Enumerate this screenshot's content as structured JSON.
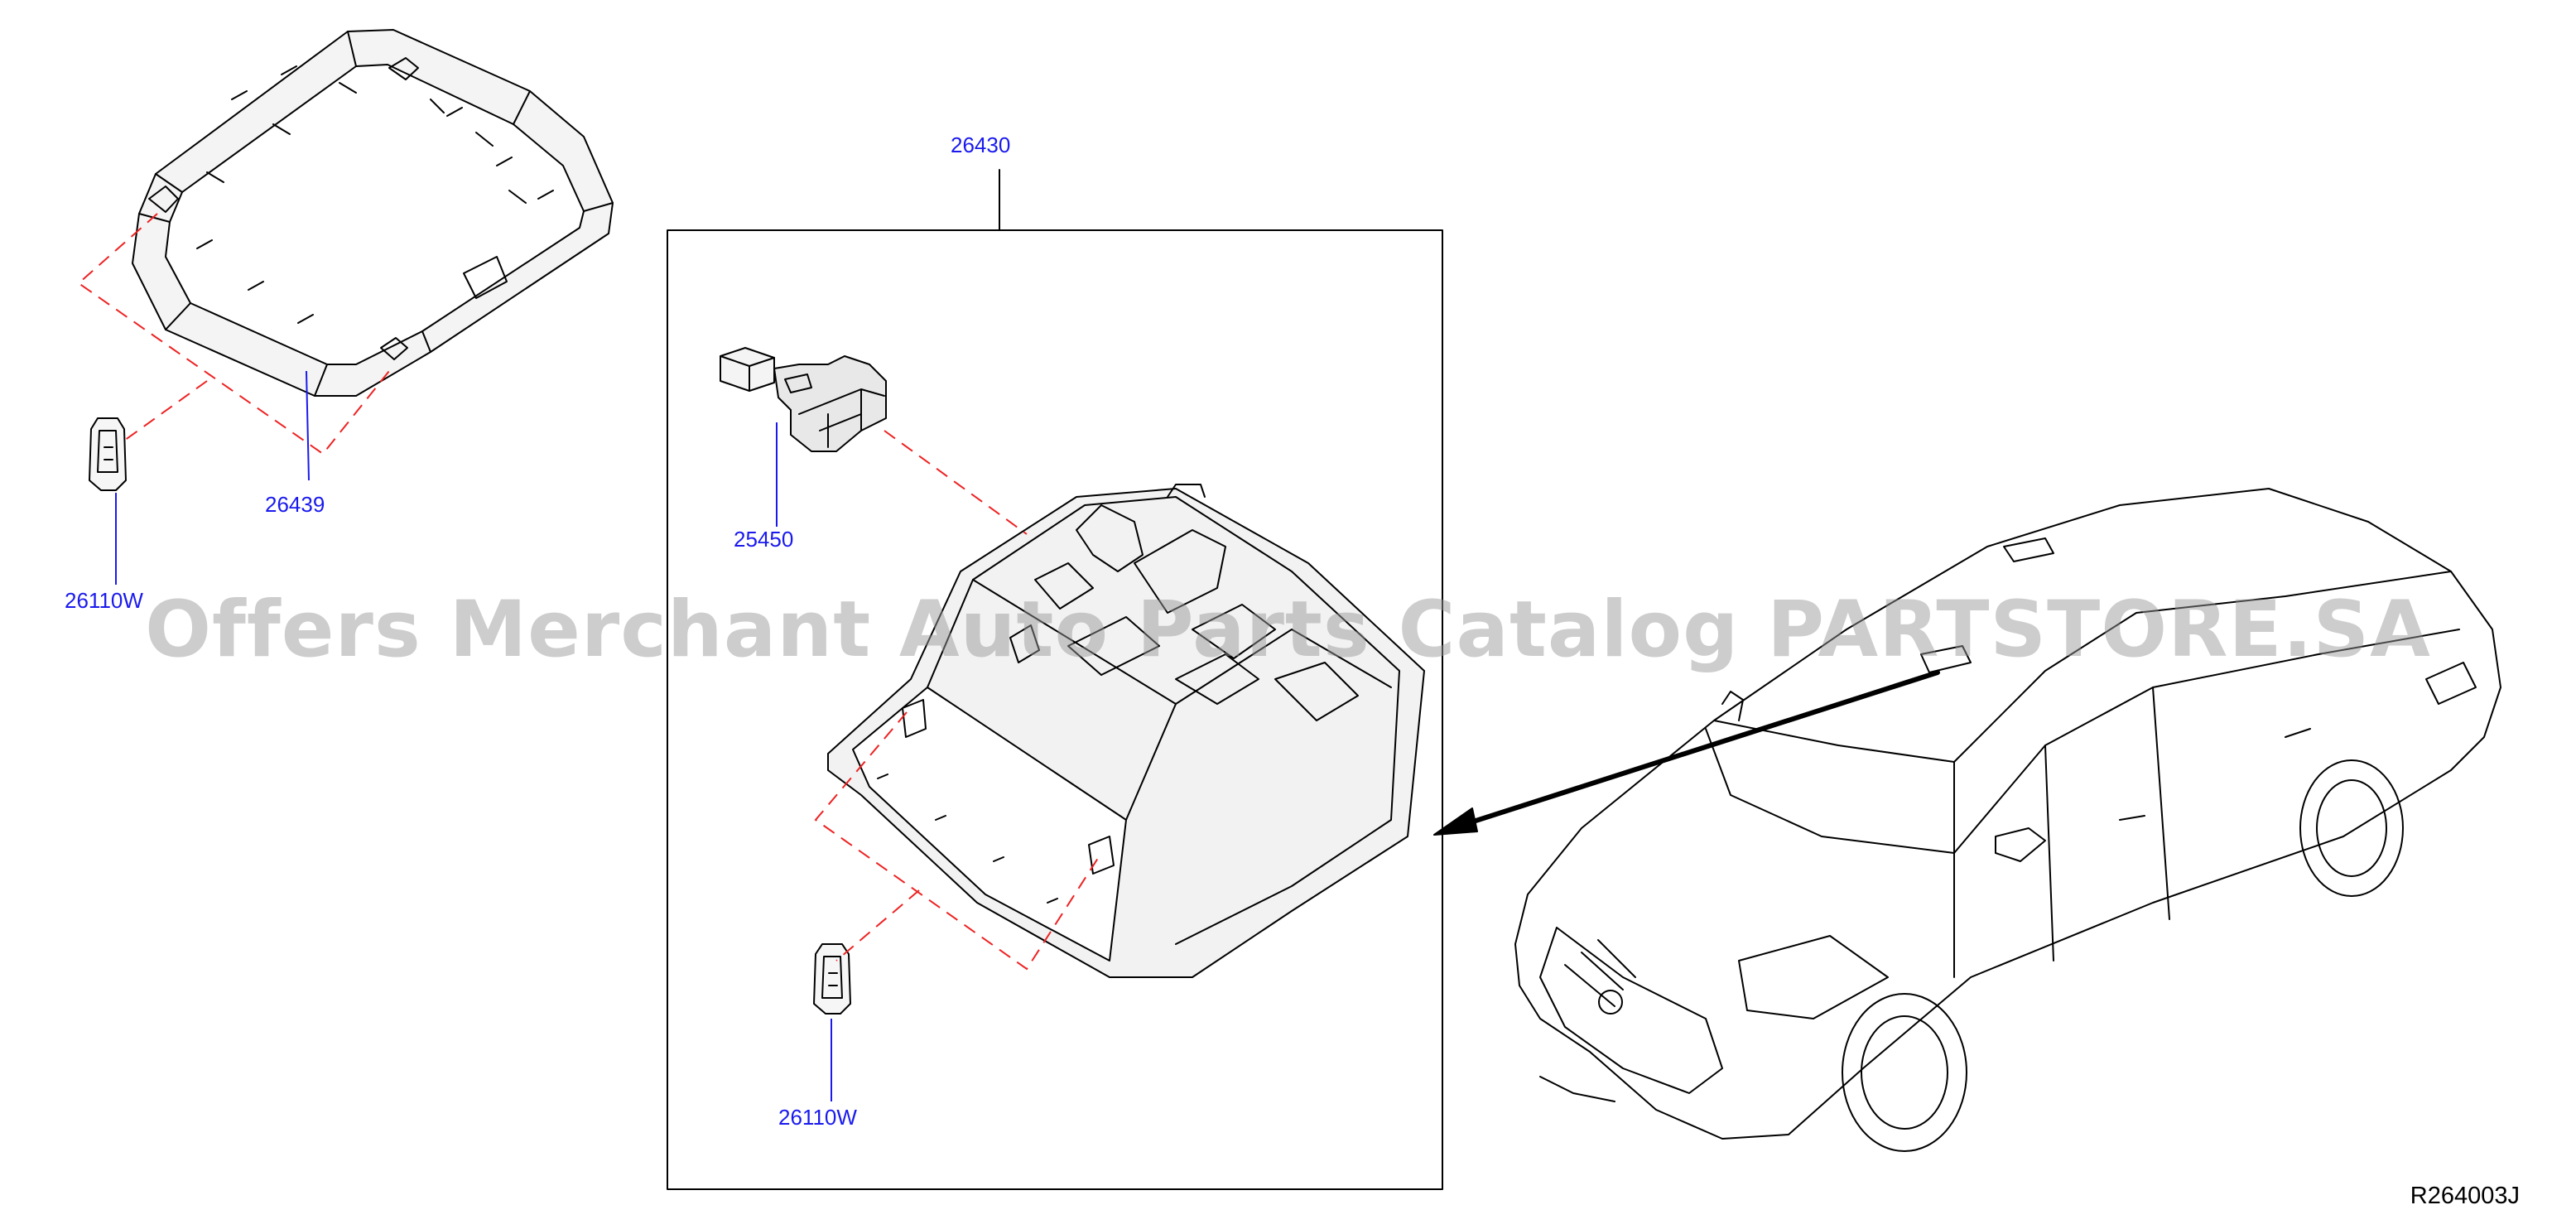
{
  "diagram": {
    "watermark": "Offers Merchant Auto Parts Catalog PARTSTORE.SA",
    "diagram_code": "R264003J",
    "labels": {
      "p26430": "26430",
      "p26439": "26439",
      "p26110w_left": "26110W",
      "p25450": "25450",
      "p26110w_center": "26110W"
    },
    "colors": {
      "line": "#000000",
      "leader": "#1a1aee",
      "dashed": "#ee2222",
      "watermark": "#969696"
    }
  }
}
